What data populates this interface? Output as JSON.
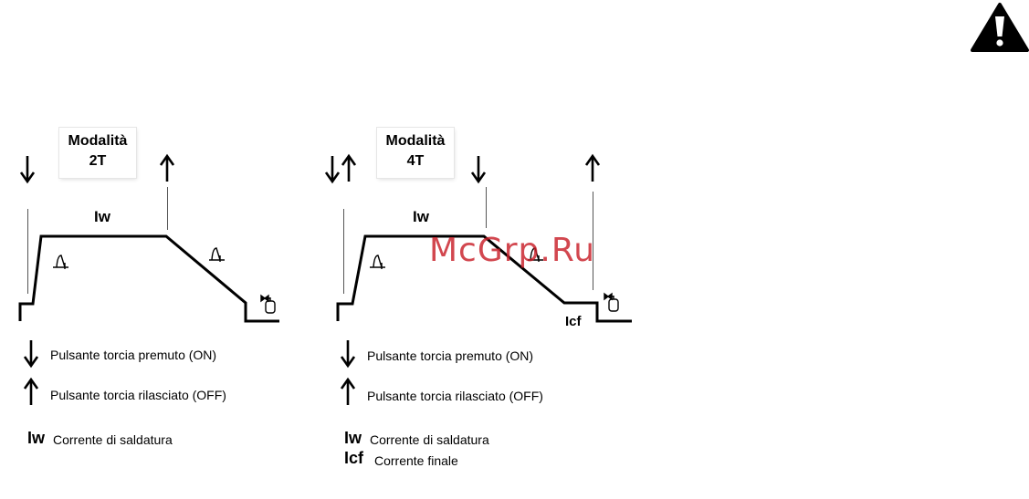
{
  "warning": {
    "icon": "warning-triangle-icon"
  },
  "mode_2t": {
    "title_line1": "Modalità",
    "title_line2": "2T",
    "weld_current_label": "Iw"
  },
  "mode_4t": {
    "title_line1": "Modalità",
    "title_line2": "4T",
    "weld_current_label": "Iw",
    "final_current_label": "Icf"
  },
  "legend_2t": {
    "press": "Pulsante torcia premuto (ON)",
    "release": "Pulsante torcia rilasciato (OFF)",
    "iw_abbr": "Iw",
    "iw_text": "Corrente di saldatura"
  },
  "legend_4t": {
    "press": "Pulsante torcia premuto (ON)",
    "release": "Pulsante torcia rilasciato (OFF)",
    "iw_abbr": "Iw",
    "iw_text": "Corrente di saldatura",
    "icf_abbr": "Icf",
    "icf_text": "Corrente finale"
  },
  "watermark": "McGrp.Ru",
  "colors": {
    "line": "#000000",
    "watermark": "#c81e28",
    "warning": "#000000"
  }
}
